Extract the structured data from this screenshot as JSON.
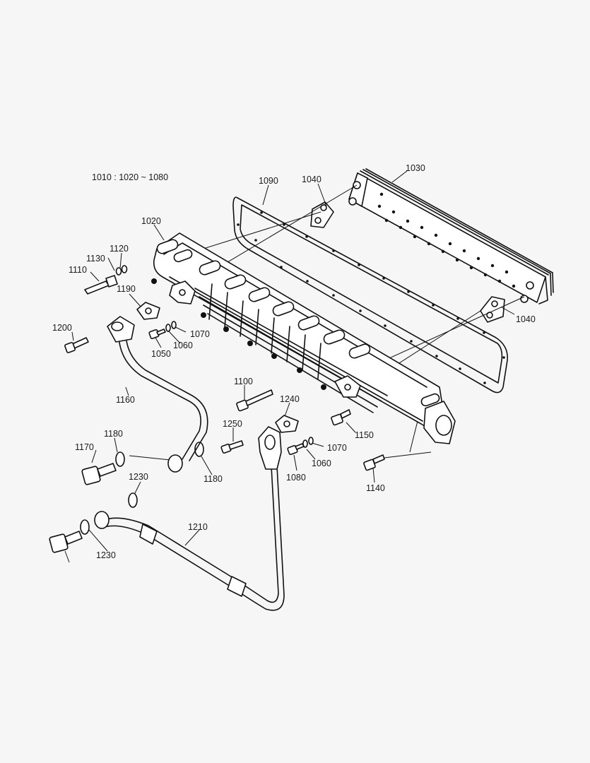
{
  "header": {
    "note": "1010 : 1020 ~ 1080"
  },
  "callouts": {
    "c1030": "1030",
    "c1040a": "1040",
    "c1040b": "1040",
    "c1090": "1090",
    "c1020": "1020",
    "c1120": "1120",
    "c1130": "1130",
    "c1110": "1110",
    "c1190": "1190",
    "c1200": "1200",
    "c1070a": "1070",
    "c1060a": "1060",
    "c1050": "1050",
    "c1160": "1160",
    "c1100": "1100",
    "c1240": "1240",
    "c1250": "1250",
    "c1150": "1150",
    "c1070b": "1070",
    "c1060b": "1060",
    "c1080": "1080",
    "c1140": "1140",
    "c1180a": "1180",
    "c1170": "1170",
    "c1180b": "1180",
    "c1230a": "1230",
    "c1230b": "1230",
    "c1210": "1210"
  }
}
